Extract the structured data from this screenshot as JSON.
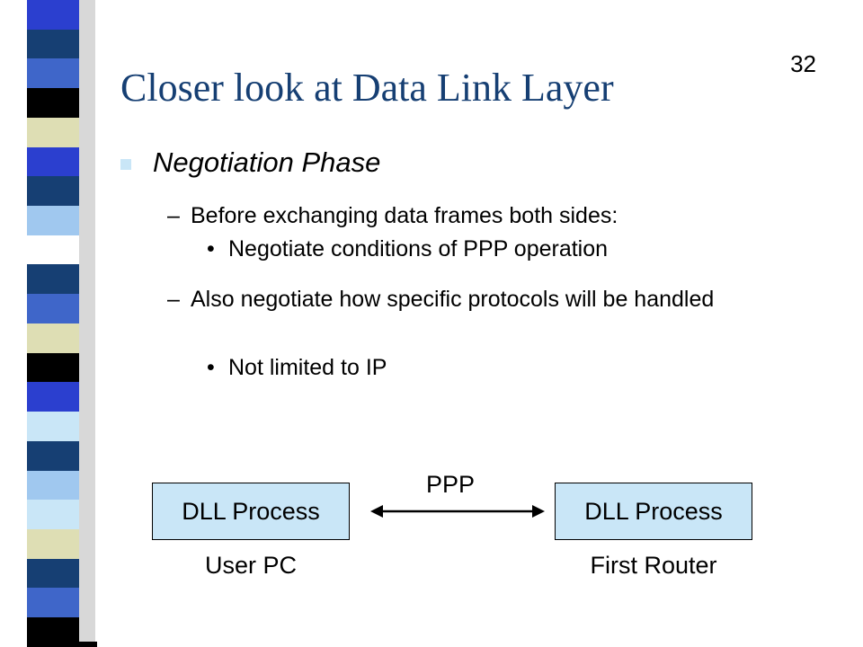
{
  "slide": {
    "number": "32",
    "title": "Closer look at Data Link Layer",
    "title_color": "#163f73",
    "bullet": "Negotiation Phase",
    "sub1": "Before exchanging data frames both sides:",
    "sub1_item": "Negotiate conditions of PPP operation",
    "sub2": "Also negotiate how specific protocols will be handled",
    "sub2_item": "Not limited to IP"
  },
  "diagram": {
    "left_box": "DLL Process",
    "right_box": "DLL Process",
    "link_label": "PPP",
    "left_caption": "User PC",
    "right_caption": "First Router",
    "box_color": "#c9e6f7"
  },
  "decor": {
    "strip_colors": [
      "#2b3fcf",
      "#163f73",
      "#3f66c9",
      "#000000",
      "#dedeb4",
      "#2b3fcf",
      "#163f73",
      "#a0c8ef",
      "#ffffff",
      "#163f73",
      "#3f66c9",
      "#dedeb4",
      "#000000",
      "#2b3fcf",
      "#c9e6f7",
      "#163f73",
      "#a0c8ef",
      "#c9e6f7",
      "#dedeb4",
      "#163f73",
      "#3f66c9",
      "#000000"
    ]
  }
}
